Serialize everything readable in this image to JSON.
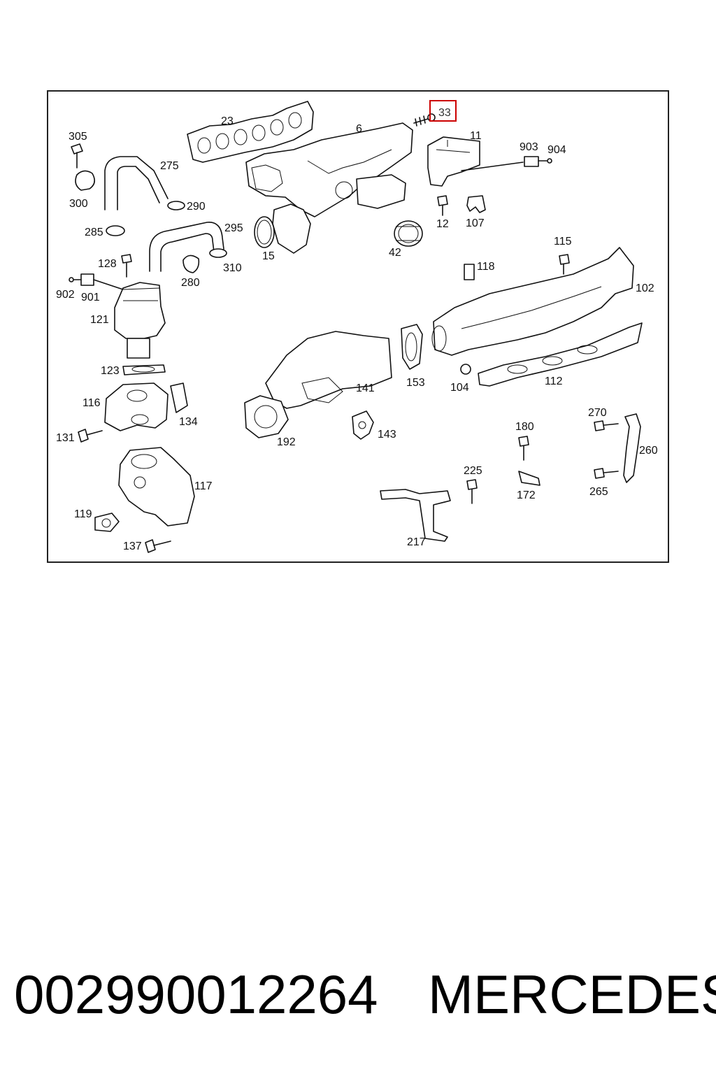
{
  "diagram": {
    "highlighted_part": "33",
    "labels": [
      "23",
      "6",
      "33",
      "11",
      "903",
      "904",
      "305",
      "275",
      "300",
      "290",
      "285",
      "295",
      "15",
      "42",
      "12",
      "107",
      "310",
      "280",
      "115",
      "128",
      "118",
      "902",
      "901",
      "102",
      "121",
      "141",
      "153",
      "104",
      "112",
      "123",
      "116",
      "134",
      "192",
      "143",
      "270",
      "180",
      "260",
      "131",
      "225",
      "172",
      "265",
      "117",
      "119",
      "217",
      "137"
    ]
  },
  "caption": {
    "part_number": "002990012264",
    "brand": "MERCEDES"
  }
}
